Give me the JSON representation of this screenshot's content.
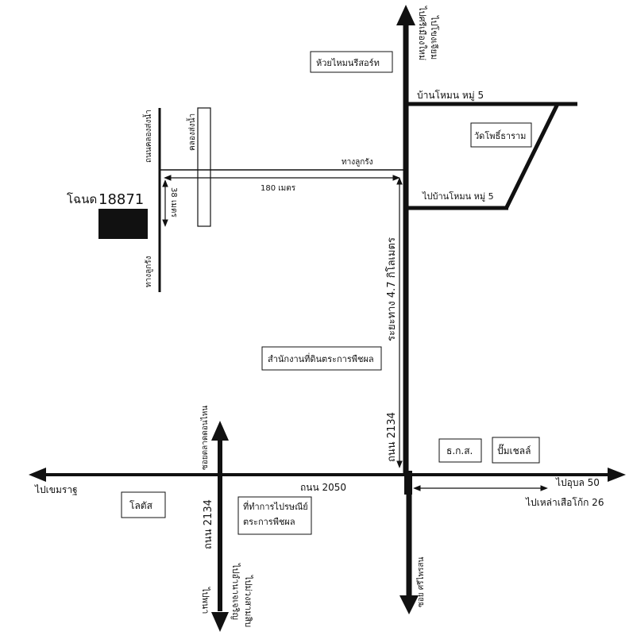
{
  "deed": {
    "prefix": "โฉนด",
    "number": "18871"
  },
  "labels": {
    "to_sri_mueang_mai": "ไปศรีเมืองใหม่",
    "to_khong_chiam": "ไปโขงเจียม",
    "huai_nai_resort": "ห้วยไหมนรีสอร์ท",
    "ban_nai_mu5_top": "บ้านโหมน หมู่ 5",
    "wat_pho_tharam": "วัดโพธิ์ธาราม",
    "to_ban_nai_mu5": "ไปบ้านโหมน หมู่ 5",
    "road_khlong_song_nam": "ถนนคลองส่งน้ำ",
    "canal_khlong_song_nam": "คลองส่งน้ำ",
    "laterite_road_top": "ทางลูกรัง",
    "dist_180m": "180 เมตร",
    "dist_38m": "38 เมตร",
    "laterite_road_left": "ทางลูกรัง",
    "distance_4_7km": "ระยะทาง 4.7 กิโลเมตร",
    "land_office": "สำนักงานที่ดินตระการพืชผล",
    "road_2134_east": "ถนน 2134",
    "baac": "ธ.ก.ส.",
    "gas_station": "ปั๊มเชลล์",
    "soi_talat_don_nai": "ซอยตลาดดอนไหน",
    "to_khemarat": "ไปเขมราฐ",
    "road_2050": "ถนน 2050",
    "to_ubon": "ไปอุบล 50",
    "to_lao_suea_kok": "ไปเหล่าเสือโก้ก 26",
    "lotus": "โลตัส",
    "post_office": "ที่ทำการไปรษณีย์ ตระการพืชผล",
    "road_2134_west": "ถนน 2134",
    "to_phana": "ไปพนา",
    "to_amnat_charoen": "ไปอำนาจเจริญ",
    "to_muang_sam_sip": "ไปม่วงสามสิบ",
    "soi_sri_phrai_son": "ซอย ศรีไพรสน"
  }
}
